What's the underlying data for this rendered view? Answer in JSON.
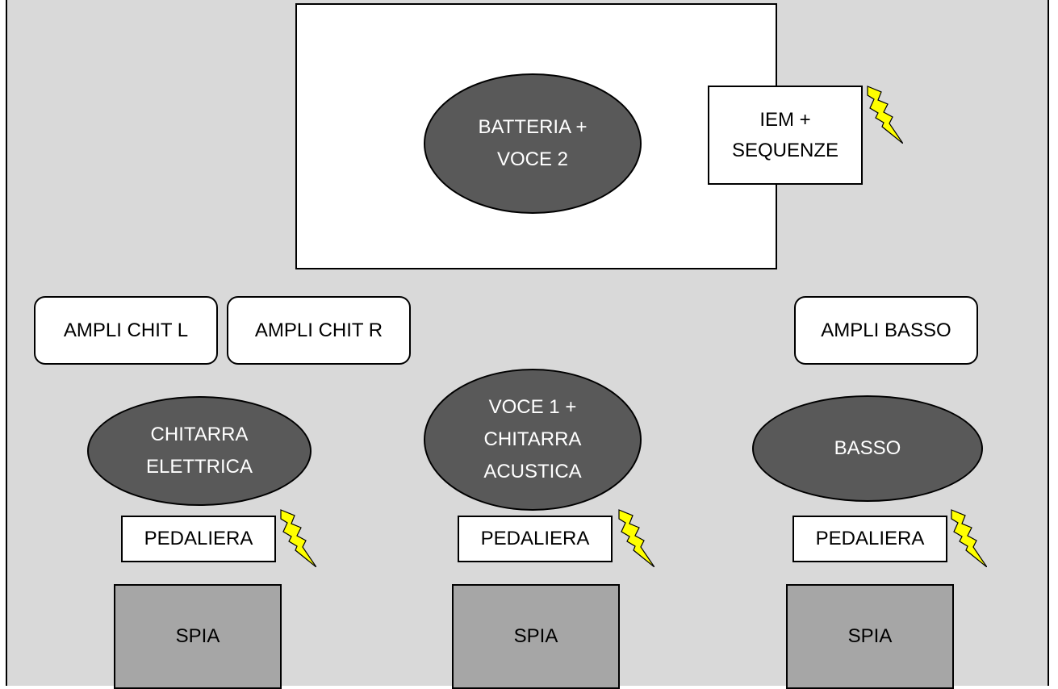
{
  "stage": {
    "drums_vocal2": "BATTERIA +\nVOCE 2",
    "iem_sequences": "IEM +\nSEQUENZE",
    "guitar_amp_left": "AMPLI CHIT L",
    "guitar_amp_right": "AMPLI CHIT R",
    "bass_amp": "AMPLI BASSO",
    "electric_guitar": "CHITARRA\nELETTRICA",
    "vocal1_acoustic": "VOCE 1 +\nCHITARRA\nACUSTICA",
    "bass": "BASSO",
    "pedalboard_left": "PEDALIERA",
    "pedalboard_center": "PEDALIERA",
    "pedalboard_right": "PEDALIERA",
    "monitor_left": "SPIA",
    "monitor_center": "SPIA",
    "monitor_right": "SPIA"
  },
  "colors": {
    "stage_floor": "#d9d9d9",
    "musician": "#595959",
    "monitor": "#a6a6a6",
    "power_bolt": "#ffff00"
  },
  "icons": {
    "power": "lightning-bolt-icon"
  }
}
